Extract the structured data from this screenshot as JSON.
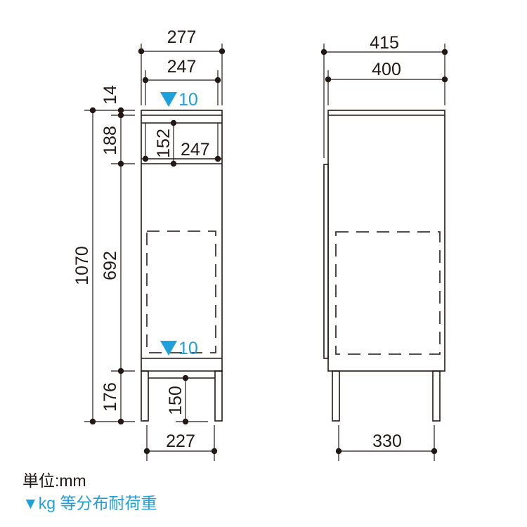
{
  "front_view": {
    "overall_width": "277",
    "inner_width": "247",
    "top_thickness": "14",
    "top_section_height": "188",
    "opening_height": "152",
    "opening_width": "247",
    "overall_height": "1070",
    "middle_section_height": "692",
    "base_section_height": "176",
    "leg_height": "150",
    "leg_span": "227",
    "top_load": "10",
    "shelf_load": "10"
  },
  "side_view": {
    "overall_depth": "415",
    "body_depth": "400",
    "leg_span": "330"
  },
  "legend": {
    "unit_label": "単位:mm",
    "load_symbol": "▼",
    "load_label": "kg 等分布耐荷重"
  },
  "colors": {
    "line": "#231815",
    "load_accent": "#1ea0dc"
  }
}
